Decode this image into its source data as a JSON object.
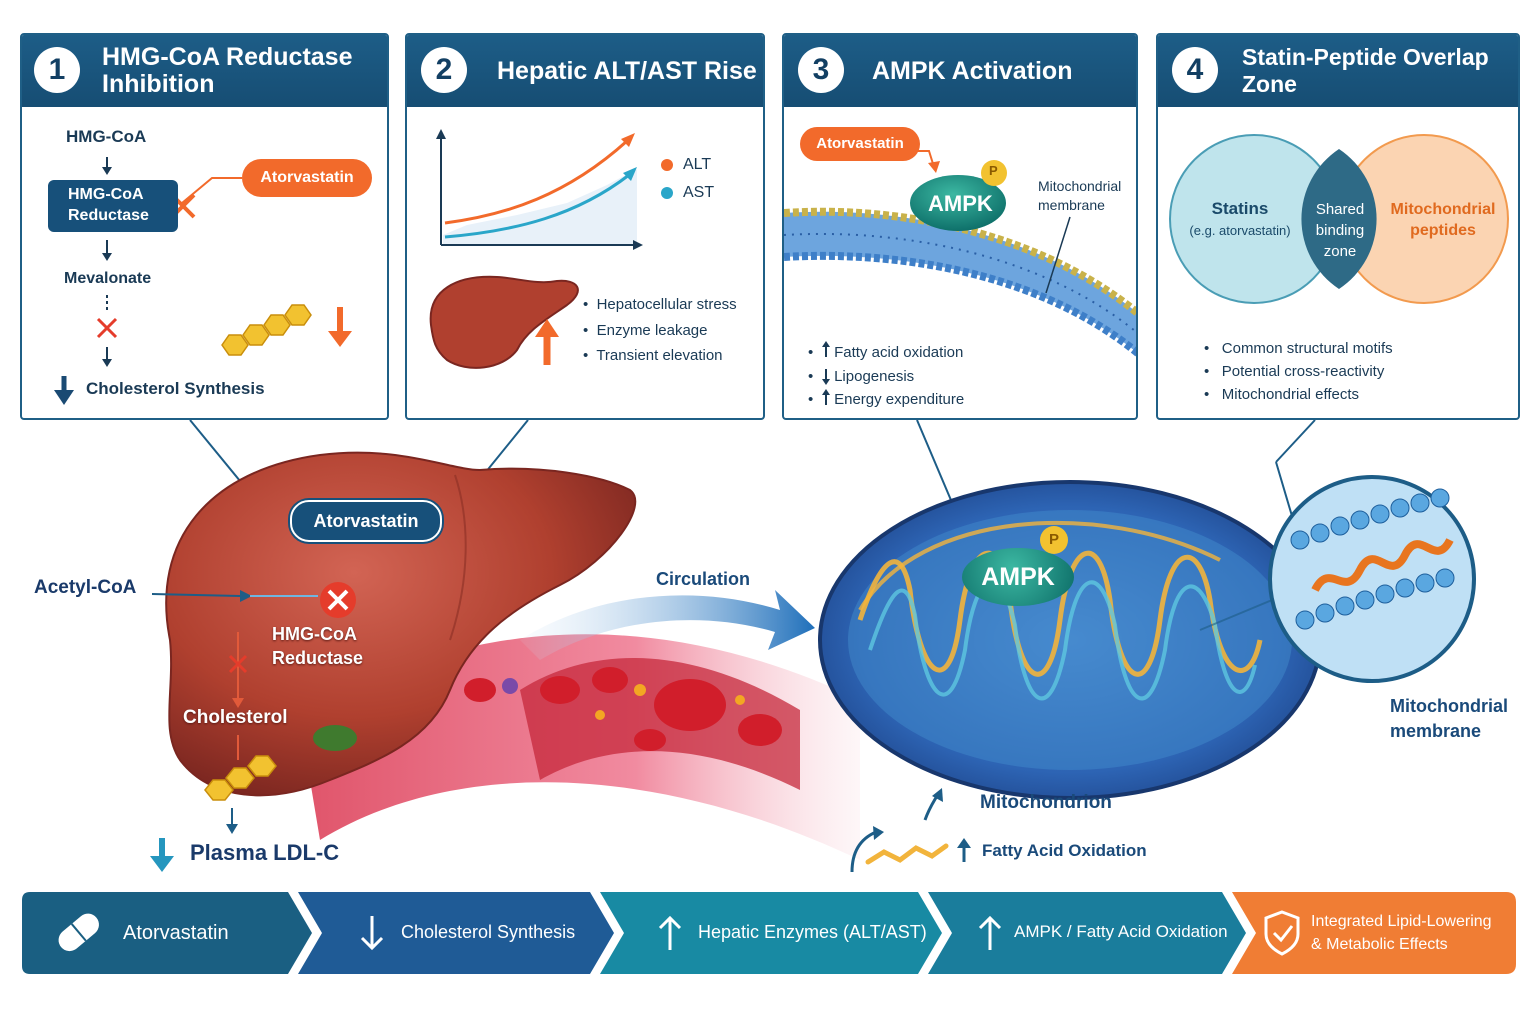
{
  "panels": [
    {
      "num": "1",
      "title_line1": "HMG-CoA Reductase",
      "title_line2": "Inhibition"
    },
    {
      "num": "2",
      "title": "Hepatic ALT/AST Rise"
    },
    {
      "num": "3",
      "title": "AMPK Activation"
    },
    {
      "num": "4",
      "title": "Statin-Peptide Overlap Zone"
    }
  ],
  "p1": {
    "hmgcoa": "HMG-CoA",
    "enzyme_line1": "HMG-CoA",
    "enzyme_line2": "Reductase",
    "drug": "Atorvastatin",
    "mevalonate": "Mevalonate",
    "result": "Cholesterol Synthesis"
  },
  "p2": {
    "legend": [
      "ALT",
      "AST"
    ],
    "bullets": [
      "Hepatocellular stress",
      "Enzyme leakage",
      "Transient elevation"
    ]
  },
  "p3": {
    "drug": "Atorvastatin",
    "ampk": "AMPK",
    "p": "P",
    "membrane_line1": "Mitochondrial",
    "membrane_line2": "membrane",
    "bullets": [
      "Fatty acid oxidation",
      "Lipogenesis",
      "Energy expenditure"
    ]
  },
  "p4": {
    "left_line1": "Statins",
    "left_line2": "(e.g. atorvastatin)",
    "mid_line1": "Shared",
    "mid_line2": "binding",
    "mid_line3": "zone",
    "right_line1": "Mitochondrial",
    "right_line2": "peptides",
    "bullets": [
      "Common structural motifs",
      "Potential cross-reactivity",
      "Mitochondrial effects"
    ]
  },
  "scene": {
    "liver_drug": "Atorvastatin",
    "acetyl": "Acetyl-CoA",
    "enzyme_line1": "HMG-CoA",
    "enzyme_line2": "Reductase",
    "cholesterol": "Cholesterol",
    "ldl": "Plasma LDL-C",
    "circulation": "Circulation",
    "ampk": "AMPK",
    "p": "P",
    "mitochondrion": "Mitochondrion",
    "fao": "Fatty Acid Oxidation",
    "membrane_line1": "Mitochondrial",
    "membrane_line2": "membrane"
  },
  "flow": [
    {
      "label": "Atorvastatin"
    },
    {
      "label": "Cholesterol Synthesis"
    },
    {
      "label": "Hepatic Enzymes (ALT/AST)"
    },
    {
      "label": "AMPK / Fatty Acid Oxidation"
    },
    {
      "label_line1": "Integrated Lipid-Lowering",
      "label_line2": "& Metabolic Effects"
    }
  ],
  "colors": {
    "navy": "#1d5d87",
    "orange": "#f26a2b",
    "teal": "#1a8fa4",
    "liver": "#b5423a",
    "blue": "#2b6fb5"
  }
}
